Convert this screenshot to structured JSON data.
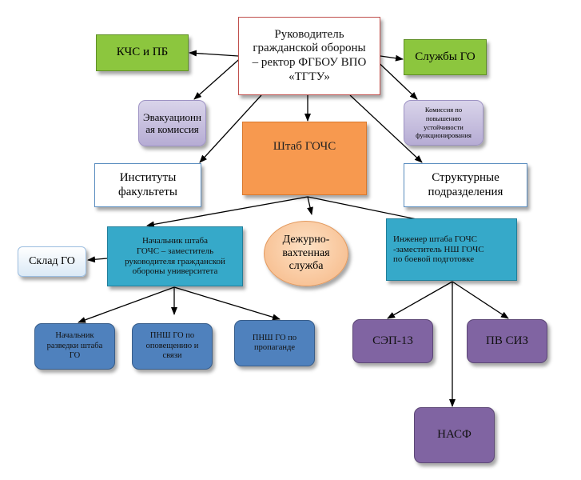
{
  "nodes": {
    "head": [
      "Руководитель",
      "гражданской обороны",
      "– ректор ФГБОУ ВПО",
      "«ТГТУ»"
    ],
    "kchs": [
      "КЧС и ПБ"
    ],
    "sluzhby": [
      "Службы ГО"
    ],
    "evak": [
      "Эвакуационн",
      "ая комиссия"
    ],
    "komissiya": [
      "Комиссия по",
      "повышению",
      "устойчивости",
      "функционирования"
    ],
    "shtab": [
      "Штаб ГОЧС"
    ],
    "institutes": [
      "Институты",
      "факультеты"
    ],
    "struktura": [
      "Структурные",
      "подразделения"
    ],
    "nachalnik": [
      "Начальник штаба",
      "ГОЧС – заместитель",
      "руководителя гражданской",
      "обороны университета"
    ],
    "dezhurno": [
      "Дежурно-",
      "вахтенная",
      "служба"
    ],
    "inzhener": [
      "Инженер штаба ГОЧС",
      "-заместитель НШ ГОЧС",
      "по боевой подготовке"
    ],
    "sklad": [
      "Склад ГО"
    ],
    "razvedka": [
      "Начальник",
      "разведки штаба",
      "ГО"
    ],
    "pnsh_opov": [
      "ПНШ ГО по",
      "оповещению и",
      "связи"
    ],
    "pnsh_prop": [
      "ПНШ ГО по",
      "пропаганде"
    ],
    "sep": [
      "СЭП-13"
    ],
    "pvsiz": [
      "ПВ СИЗ"
    ],
    "nasf": [
      "НАСФ"
    ]
  }
}
